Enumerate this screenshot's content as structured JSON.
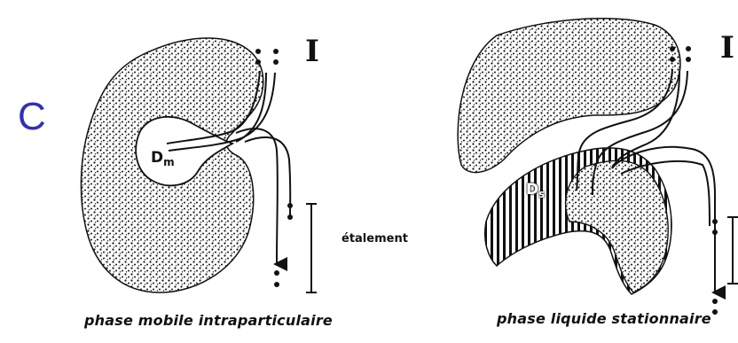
{
  "panel_letter": "C",
  "left_panel": {
    "caption": "phase mobile intraparticulaire",
    "pore_label": "D",
    "pore_label_sub": "m",
    "inlet_marker": "I",
    "spread_label": "étalement"
  },
  "right_panel": {
    "caption": "phase liquide stationnaire",
    "layer_label": "D",
    "layer_label_sub": "s",
    "inlet_marker": "I"
  },
  "colors": {
    "panel_letter": "#3030b8",
    "ink": "#111111",
    "background": "#ffffff"
  }
}
